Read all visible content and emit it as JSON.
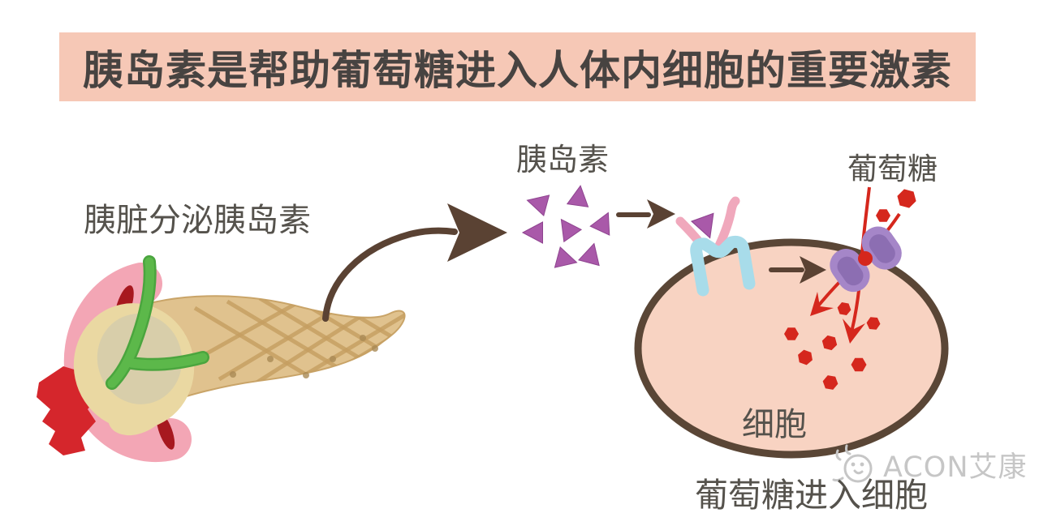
{
  "banner": {
    "title": "胰岛素是帮助葡萄糖进入人体内细胞的重要激素"
  },
  "labels": {
    "pancreas": "胰脏分泌胰岛素",
    "insulin": "胰岛素",
    "glucose": "葡萄糖",
    "cell": "细胞",
    "caption": "葡萄糖进入细胞"
  },
  "watermark": {
    "brand": "ACON艾康",
    "logo": "dove-icon"
  },
  "diagram": {
    "insulin_molecule_count": 7,
    "glucose_molecule_count_outside": 2,
    "glucose_molecule_count_inside": 7
  },
  "colors": {
    "banner-bg": "#f6c8b6",
    "banner-text": "#474341",
    "label-text": "#55524c",
    "arrow-brown": "#5a4233",
    "insulin-purple": "#a959a9",
    "cell-fill": "#f8d3c2",
    "cell-stroke": "#5a4636",
    "receptor-blue": "#a8dcea",
    "receptor-pink": "#f0a8bc",
    "channel-purple": "#a586c8",
    "channel-purple-dark": "#8465ab",
    "glucose-red": "#d5271d",
    "duct-green": "#5cb84a",
    "duct-green-dark": "#4aa53e",
    "duodenum-pink": "#f3a6b5",
    "blood-red": "#d5262c",
    "slit-red": "#a7181f",
    "pancreas-cream": "#ead8a2",
    "pancreas-shade": "#d6cdab",
    "pancreas-tan": "#e0c28e",
    "hatch-tan": "#c49e60",
    "watermark-gray": "#c6c6c6"
  }
}
